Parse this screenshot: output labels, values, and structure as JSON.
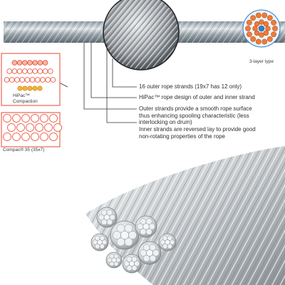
{
  "callouts": [
    "16 outer rope strands (19x7 has 12 only)",
    "HiPac™ rope design of outer and inner strand",
    "Outer strands provide a smooth rope surface\nthus enhancing spooling characteristic (less\ninterlocking on drum)",
    "Inner strands are reversed lay to provide good\nnon-rotating properties of the rope"
  ],
  "labels": {
    "hipac": "HiPac™\nCompaction",
    "compac": "Compac® 35 (35x7)",
    "three_layer": "3-layer type"
  },
  "colors": {
    "strand_red": "#e8472e",
    "strand_pink": "#f6b6a6",
    "compaction_yellow": "#f4b23a",
    "core_blue": "#2f7fc4",
    "layer_orange": "#f07a3a",
    "steel": "#b8bcc0"
  }
}
